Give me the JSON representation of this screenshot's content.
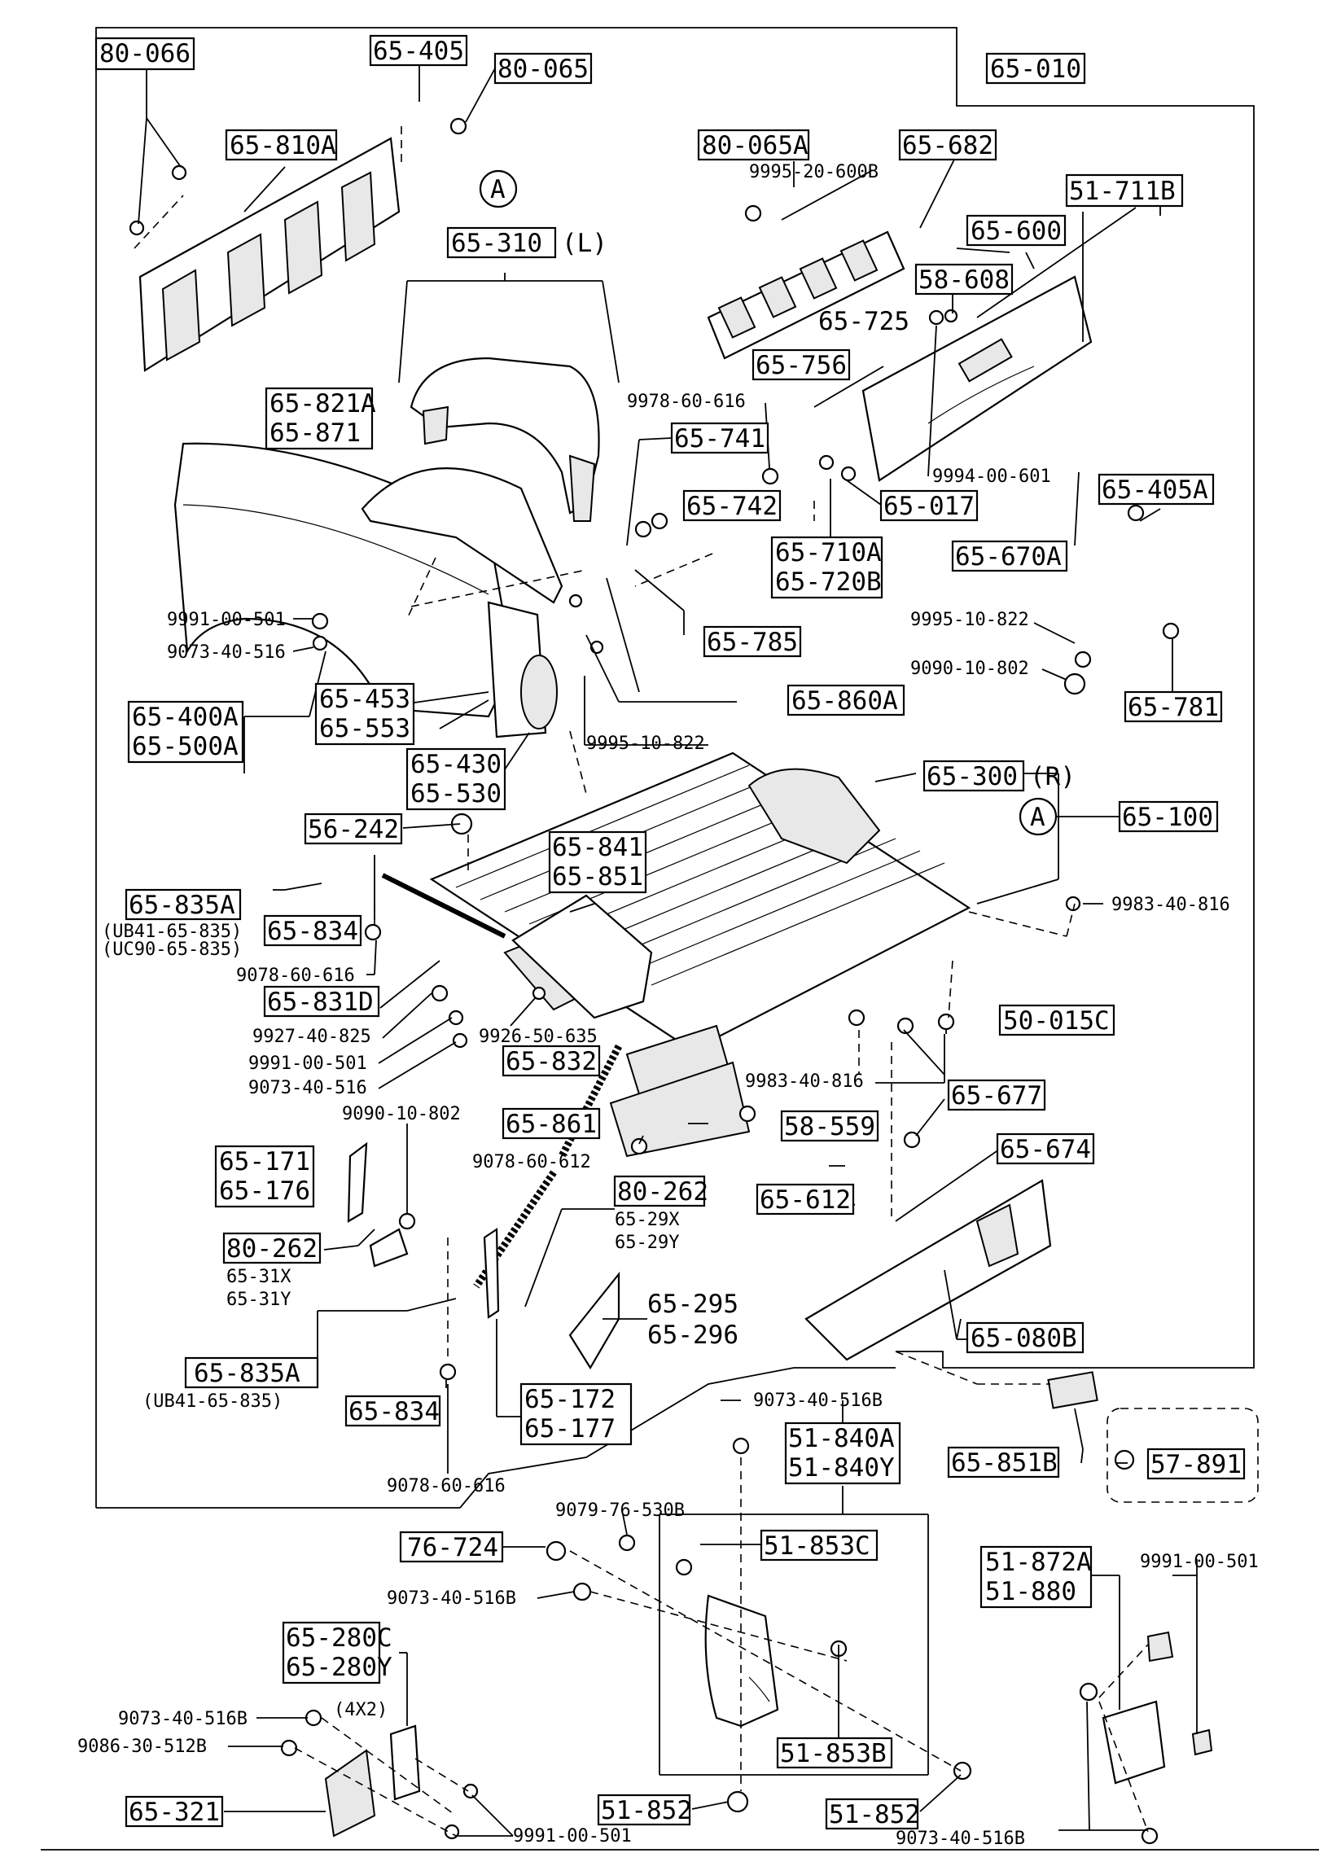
{
  "labels": {
    "l_80_066": "80-066",
    "l_65_405": "65-405",
    "l_80_065": "80-065",
    "l_65_010": "65-010",
    "l_65_810a": "65-810A",
    "l_80_065a": "80-065A",
    "l_65_682": "65-682",
    "l_9995_20_600b": "9995-20-600B",
    "l_51_711b": "51-711B",
    "l_65_600": "65-600",
    "l_58_608": "58-608",
    "l_65_310": "65-310",
    "l_65_310_suffix": "(L)",
    "l_65_725": "65-725",
    "l_65_756": "65-756",
    "l_65_821a": "65-821A",
    "l_65_871": "65-871",
    "l_9978_60_616": "9978-60-616",
    "l_65_741": "65-741",
    "l_9994_00_601": "9994-00-601",
    "l_65_742": "65-742",
    "l_65_017": "65-017",
    "l_65_405a": "65-405A",
    "l_65_710a": "65-710A",
    "l_65_720b": "65-720B",
    "l_65_670a": "65-670A",
    "l_9991_00_501_a": "9991-00-501",
    "l_9073_40_516_a": "9073-40-516",
    "l_9995_10_822_a": "9995-10-822",
    "l_65_785": "65-785",
    "l_9090_10_802_a": "9090-10-802",
    "l_65_453": "65-453",
    "l_65_553": "65-553",
    "l_65_400a": "65-400A",
    "l_65_500a": "65-500A",
    "l_65_860a": "65-860A",
    "l_65_781": "65-781",
    "l_65_430": "65-430",
    "l_65_530": "65-530",
    "l_9995_10_822_b": "9995-10-822",
    "l_65_300": "65-300",
    "l_65_300_suffix": "(R)",
    "l_65_100": "65-100",
    "l_56_242": "56-242",
    "l_65_841": "65-841",
    "l_65_851": "65-851",
    "l_65_835a_a": "65-835A",
    "l_ub41_a": "(UB41-65-835)",
    "l_uc90": "(UC90-65-835)",
    "l_65_834_a": "65-834",
    "l_9983_40_816_a": "9983-40-816",
    "l_9078_60_616_a": "9078-60-616",
    "l_65_831d": "65-831D",
    "l_9927_40_825": "9927-40-825",
    "l_9926_50_635": "9926-50-635",
    "l_50_015c": "50-015C",
    "l_9991_00_501_b": "9991-00-501",
    "l_9073_40_516_b": "9073-40-516",
    "l_65_832": "65-832",
    "l_9983_40_816_b": "9983-40-816",
    "l_65_677": "65-677",
    "l_9090_10_802_b": "9090-10-802",
    "l_65_861": "65-861",
    "l_58_559": "58-559",
    "l_9078_60_612": "9078-60-612",
    "l_65_674": "65-674",
    "l_65_171": "65-171",
    "l_65_176": "65-176",
    "l_80_262_a": "80-262",
    "l_65_29x": "65-29X",
    "l_65_29y": "65-29Y",
    "l_65_612": "65-612",
    "l_80_262_b": "80-262",
    "l_65_31x": "65-31X",
    "l_65_31y": "65-31Y",
    "l_65_295": "65-295",
    "l_65_296": "65-296",
    "l_65_080b": "65-080B",
    "l_65_835a_b": "65-835A",
    "l_ub41_b": "(UB41-65-835)",
    "l_65_834_b": "65-834",
    "l_65_172": "65-172",
    "l_65_177": "65-177",
    "l_9073_40_516b_a": "9073-40-516B",
    "l_51_840a": "51-840A",
    "l_51_840y": "51-840Y",
    "l_65_851b": "65-851B",
    "l_57_891": "57-891",
    "l_9078_60_616_b": "9078-60-616",
    "l_9079_76_530b": "9079-76-530B",
    "l_76_724": "76-724",
    "l_51_853c": "51-853C",
    "l_51_872a": "51-872A",
    "l_51_880": "51-880",
    "l_9991_00_501_c": "9991-00-501",
    "l_9073_40_516b_b": "9073-40-516B",
    "l_65_280c": "65-280C",
    "l_65_280y": "65-280Y",
    "l_4x2": "(4X2)",
    "l_9073_40_516b_c": "9073-40-516B",
    "l_9086_30_512b": "9086-30-512B",
    "l_51_853b": "51-853B",
    "l_65_321": "65-321",
    "l_51_852_a": "51-852",
    "l_51_852_b": "51-852",
    "l_9991_00_501_d": "9991-00-501",
    "l_9073_40_516b_d": "9073-40-516B",
    "callout_a": "A"
  }
}
